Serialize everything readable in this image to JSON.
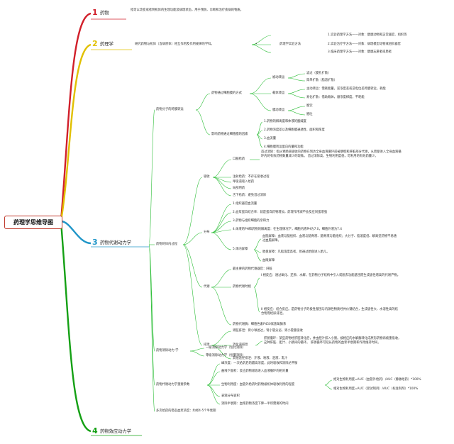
{
  "root": {
    "title": "药理学思维导图"
  },
  "colors": {
    "b1": "#d11f2a",
    "b2": "#e1c000",
    "b3": "#2196c8",
    "b4": "#14a014",
    "mid": "#2fbf3a",
    "root_border": "#c0392b"
  },
  "main": [
    {
      "num": "1",
      "label": "药物"
    },
    {
      "num": "2",
      "label": "药理学"
    },
    {
      "num": "3",
      "label": "药物代谢动力学"
    },
    {
      "num": "4",
      "label": "药物效应动力学"
    }
  ],
  "b1": {
    "desc": "指可以改变或者明机体的生理功能及病理状态，用于预防、诊断和治疗疾病的物质。"
  },
  "b2": {
    "desc": "研究药物与机体（含病原体）相互作用及作用规律的学科。",
    "dot": "•",
    "methods": "药理学实验方法",
    "m": [
      "1.实验药理学方法——对象：健康动物和正常器官、组织等",
      "2.实验治疗学方法——对象：病理模型动物或组织器官",
      "3.临床药理学方法——对象：健康志愿者或患者"
    ]
  },
  "b3": {
    "trans": "药物分子的跨膜转运",
    "trans_mode": "药物通过细胞膜的方式",
    "passive": "被动转运",
    "passive_items": [
      "滤过（膜孔扩散）",
      "简单扩散（脂溶扩散）"
    ],
    "carrier": "载体转运",
    "carrier_items": [
      "主动转运：需耗能量，逆浓度差或逆电位差跨膜转运，耗能",
      "易化扩散：借助载体，顺浓度梯度，不耗能"
    ],
    "membrane": "膜动转运",
    "membrane_items": [
      "胞饮",
      "胞吐"
    ],
    "factors": "影响药物通过细胞膜的因素",
    "factor_items": [
      "1.药物的解离度和体液的酸碱度",
      "2.药物浓度差以及细胞膜通透性、面积和厚度",
      "3.血流量",
      "4.细胞膜转运蛋白的量和功能"
    ],
    "process": "药物的体内过程",
    "absorb": "吸收",
    "oral": "口服给药",
    "first_pass": "首过消除：指从胃肠道吸收的药物在到达全身血液循环前被肠壁和肝脏部分代谢，从而使进入全身血液循环内的有效药物数量减少的现象。 首过消除高，生物利用度低，可利用的有效药量少。",
    "absorb_items": [
      "注射给药：不存在吸收过程",
      "呼吸道吸入给药",
      "局部用药",
      "舌下给药：避免首过消除"
    ],
    "distrib": "分布",
    "distrib_items": [
      "1.组织器官血流量",
      "2.血浆蛋白结合率：就是蛋白药物增加，药理作用减不会反应同蛋增强",
      "3.药物与组织细胞的亲和力",
      "4.体液的PH和药物的解离度：在生理情况下，细胞内液PH为7.0，细胞外液为7.4"
    ],
    "barrier": "5.体内屏障",
    "barrier_items": [
      "血脑屏障：血液与脑组织、血液与脑脊液、脑脊液与脑组织；大分子、脂溶度低、解离型药物不易通过血脑屏障。",
      "胎盘屏障：凡脂溶度高者，易通过胎盘进入胎儿。",
      "血眼屏障"
    ],
    "metab": "代谢",
    "metab_organ": "最主要的药物代谢器官：肝脏",
    "metab_step": "药物代谢时相",
    "phase1": "I 相反应：通过氧化、还原、水解，在药物分子结构中引入或脱去功能基团而生成极性增高的代谢产物。",
    "phase2": "II 相反应：结合反应。是药物分子的极性基团与内源性物质经共价键结合，生成极性大、水溶性高的结合物而经尿排泄。",
    "enzyme": "药物代谢酶：细胞色素P450家族氧酶系",
    "excret": "排泄",
    "excret_kidney": "肾脏排泄：肾小球滤过，肾小管分泌，肾小管重吸收",
    "excret_gut": "消化道排泄",
    "hepato": "肝肠循环：某些药物经肝脏转化后，并由胆汁排入小肠。被相应的水解酶转化成原形药物再被重吸收，这种肝脏、胆汁、小肠间的循环。 肝肠循环可延长药物的血浆半衰期和作用维持时间。",
    "excret_other": "其他途径排泄：汗液、唾液、泪液、乳汁",
    "elim": "药物消除动力 学",
    "elim_items": [
      "一级消除动力学（恒比消除）",
      "零级消除动力学（恒量消除）"
    ],
    "pk": "药物代谢动力学重要参数",
    "pk_items": [
      "峰浓度：一次给药后的最高浓度，此时吸收和消除达平衡",
      "曲线下面积：反应药物吸收进入血液循环的相对量"
    ],
    "ba": "生物利用度：血管外给药时药物被机体吸收利用的程度",
    "ba_items": [
      "绝对生物利用度=AUC（血管外给药）/AUC（静脉给药）*100%",
      "相对生物利用度=AUC（受试制剂）/AUC（标准制剂）*100%"
    ],
    "pk_tail": [
      "表观分布容积",
      "消除半衰期：血浆药物浓度下降一半所需要的时间"
    ],
    "multi": "多次给药的稳态血浆浓度：约经4-5个半衰期"
  }
}
